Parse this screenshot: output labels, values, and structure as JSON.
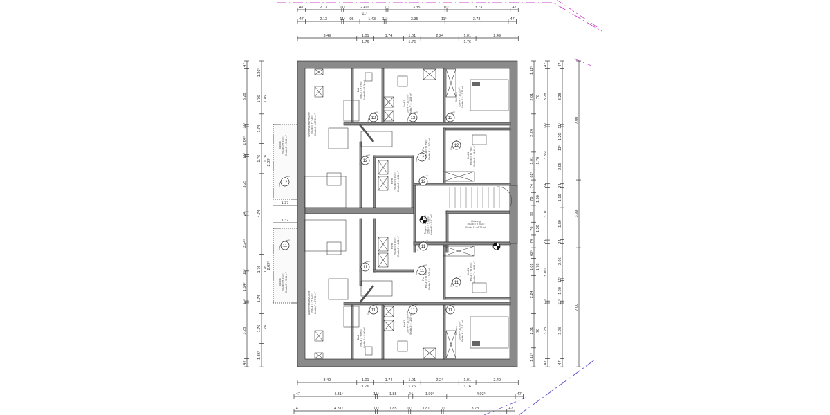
{
  "colors": {
    "wall": "#8a8a8a",
    "line": "#333333",
    "boundary_line": "#cc44cc",
    "boundary_line_2": "#6655cc"
  },
  "dimensions": {
    "top": [
      {
        "labels": [
          "47",
          "2.13",
          "11⁵",
          "2.49⁵",
          "11⁵",
          "3.35",
          "11⁵",
          "3.73",
          "47"
        ],
        "sub": [
          "",
          "",
          "",
          "11⁵",
          "",
          "",
          "",
          "",
          ""
        ]
      },
      {
        "labels": [
          "47",
          "2.13",
          "11⁵",
          "95",
          "1.43",
          "11⁵",
          "3.35",
          "11⁵",
          "3.73",
          "47"
        ],
        "sub": [
          "",
          "",
          "",
          "",
          "",
          "",
          "",
          "",
          "",
          ""
        ]
      },
      {
        "labels": [
          "3.49",
          "1.01",
          "1.74",
          "1.01",
          "2.24",
          "1.01",
          "2.49"
        ],
        "sub": [
          "",
          "1.76",
          "",
          "1.76",
          "",
          "1.76",
          ""
        ]
      }
    ],
    "left": [
      {
        "labels": [
          "47",
          "3.28",
          "11⁵",
          "1.64⁵",
          "11⁵",
          "3.25",
          "24",
          "3.24⁵",
          "11⁵",
          "1.64⁵",
          "11⁵",
          "3.28",
          "47"
        ],
        "sub": [
          "",
          "",
          "",
          "",
          "",
          "",
          "",
          "",
          "",
          "",
          "",
          "",
          ""
        ]
      },
      {
        "labels": [
          "1.36⁵",
          "1.76",
          "1.74",
          "1.76",
          "4.74",
          "1.76",
          "1.74",
          "1.76",
          "1.36⁵"
        ],
        "sub": [
          "",
          "1.76",
          "",
          "1.76",
          "",
          "1.76",
          "",
          "1.76",
          ""
        ]
      }
    ],
    "right": [
      {
        "labels": [
          "1.11⁵",
          "2.01",
          "2.24",
          "1.01",
          "62⁵",
          "74",
          "76",
          "99",
          "76",
          "74",
          "62⁵",
          "1.01",
          "2.24",
          "2.01",
          "1.11⁵"
        ],
        "sub": [
          "",
          "76",
          "",
          "1.76",
          "",
          "",
          "1.36",
          "",
          "1.36",
          "",
          "",
          "1.76",
          "",
          "76",
          ""
        ]
      },
      {
        "labels": [
          "47",
          "3.28",
          "11⁵",
          "3.36⁵",
          "24",
          "3.07",
          "22",
          "3.36⁵",
          "11⁵",
          "3.28",
          "47"
        ],
        "sub": [
          "",
          "",
          "",
          "",
          "",
          "",
          "",
          "",
          "",
          "",
          ""
        ]
      },
      {
        "labels": [
          "47",
          "3.28",
          "11⁵",
          "1.20",
          "11⁵",
          "2.05",
          "24",
          "1.16",
          "1.89",
          "24",
          "2.05",
          "11⁵",
          "1.20",
          "11⁵",
          "3.28",
          "47"
        ],
        "sub": [
          "",
          "",
          "",
          "",
          "",
          "",
          "",
          "",
          "",
          "",
          "",
          "",
          "",
          "",
          "",
          ""
        ]
      },
      {
        "labels": [
          "7.00",
          "3.99",
          "7.00"
        ],
        "sub": [
          "",
          "",
          ""
        ]
      }
    ],
    "bottom": [
      {
        "labels": [
          "3.49",
          "1.01",
          "1.74",
          "1.01",
          "2.24",
          "1.01",
          "2.49"
        ],
        "sub": [
          "",
          "1.76",
          "",
          "1.76",
          "",
          "1.76",
          ""
        ]
      },
      {
        "labels": [
          "47",
          "4.31⁵",
          "11⁵",
          "1.85",
          "24",
          "1.99⁵",
          "4.03⁵",
          "47"
        ],
        "sub": [
          "",
          "",
          "",
          "",
          "",
          "",
          "",
          ""
        ]
      },
      {
        "labels": [
          "47",
          "4.31⁵",
          "11⁵",
          "1.85",
          "11⁵",
          "1.81",
          "11⁵",
          "3.73",
          "47"
        ],
        "sub": [
          "",
          "",
          "",
          "",
          "",
          "",
          "",
          "",
          ""
        ]
      }
    ],
    "balcony": {
      "width": "1.37",
      "length": "2.09⁵"
    }
  },
  "rooms": {
    "upper": [
      {
        "name": "Wohnen/Essen/Küche",
        "din": "DIN-F = 27.34m²",
        "brutto": "Brutto-F = 27.93 m²"
      },
      {
        "name": "Bad",
        "din": "DIN-F = 7.67m²",
        "brutto": "Brutto-F = 8.00 m²"
      },
      {
        "name": "Kind 2",
        "din": "DIN-F = 10.79m²",
        "brutto": "Brutto-F = 11.09 m²"
      },
      {
        "name": "Schlafen",
        "din": "DIN-F = 12.02m²",
        "brutto": "Brutto-F = 12.31 m²"
      },
      {
        "name": "Flur",
        "din": "DIN-F = 11.79m²",
        "brutto": "Brutto-F = 12.03 m²"
      },
      {
        "name": "Kind 1",
        "din": "DIN-F = 11.19m²",
        "brutto": "Brutto-F = 11.63 m²"
      },
      {
        "name": "HWR",
        "din": "DIN-F = 3.89m²",
        "brutto": "Brutto-F = 4.01 m²"
      },
      {
        "name": "Balkon",
        "din": "DIN-F = 5.33m²",
        "brutto": "Brutto-F = 5.44 m²"
      }
    ],
    "lower": [
      {
        "name": "Wohnen/Essen/Küche",
        "din": "DIN-F = 27.34m²",
        "brutto": "Brutto-F = 27.93 m²"
      },
      {
        "name": "Bad",
        "din": "DIN-F = 7.67m²",
        "brutto": "Brutto-F = 8.00 m²"
      },
      {
        "name": "Kind 2",
        "din": "DIN-F = 10.79m²",
        "brutto": "Brutto-F = 11.09 m²"
      },
      {
        "name": "Schlafen",
        "din": "DIN-F = 12.02m²",
        "brutto": "Brutto-F = 12.31 m²"
      },
      {
        "name": "Flur",
        "din": "DIN-F = 11.79m²",
        "brutto": "Brutto-F = 12.03 m²"
      },
      {
        "name": "Kind 1",
        "din": "DIN-F = 11.19m²",
        "brutto": "Brutto-F = 11.63 m²"
      },
      {
        "name": "HWR",
        "din": "DIN-F = 3.89m²",
        "brutto": "Brutto-F = 4.01 m²"
      },
      {
        "name": "Balkon",
        "din": "DIN-F = 5.33m²",
        "brutto": "Brutto-F = 5.44 m²"
      }
    ],
    "stair": {
      "name": "Treppenhaus DG",
      "din": "DIN-F = 5.88m²",
      "brutto": "Brutto-F = 6.17 m²"
    },
    "heating": {
      "name": "Heizung",
      "din": "DIN-F = 6.10m²",
      "brutto": "Brutto-F = 6.26 m²"
    }
  },
  "unit_tags": {
    "upper": "12",
    "lower": "11"
  },
  "icons": {
    "hydrant": "fire-extinguisher-icon",
    "door_tag": "door-unit-tag-icon"
  }
}
